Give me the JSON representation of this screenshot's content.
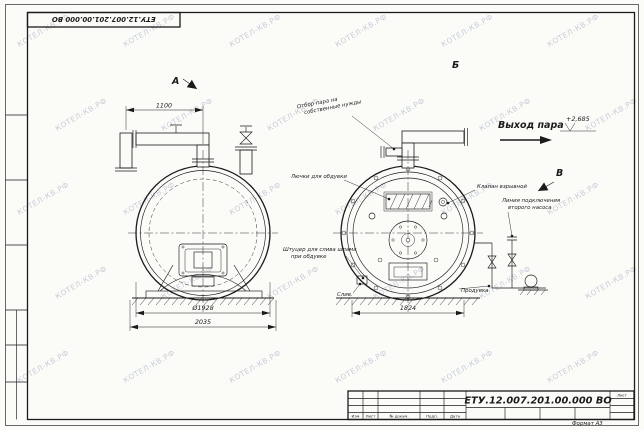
{
  "page": {
    "format_label": "Формат А3",
    "watermark_text": "КОТЕЛ-КВ.РФ"
  },
  "stamps": {
    "top_designation": "ЕТУ.12.007.201.00.000 ВО",
    "title_designation": "ЕТУ.12.007.201.00.000 ВО",
    "columns": [
      "Изм",
      "Лист",
      "№ докум.",
      "Подп.",
      "Дата"
    ],
    "sheet_label": "Лист"
  },
  "views": {
    "a": "А",
    "b": "Б",
    "v": "В"
  },
  "dims": {
    "pipe_span": "1100",
    "diameter": "Ø1928",
    "overall": "2035",
    "width_b": "1824"
  },
  "annotations": {
    "steam_outlet": "Выход пара",
    "elevation": "+2,685",
    "own_needs_1": "Отбор пара на",
    "own_needs_2": "собственные нужды",
    "hatches": "Лючки для обдувки",
    "explosion_valve": "Клапан взрывной",
    "pump_line_1": "Линия подключения",
    "pump_line_2": "второго насоса",
    "sludge_1": "Штуцер для слива шлама",
    "sludge_2": "при обдувке",
    "blowdown": "Продувка",
    "drain": "Слив."
  }
}
